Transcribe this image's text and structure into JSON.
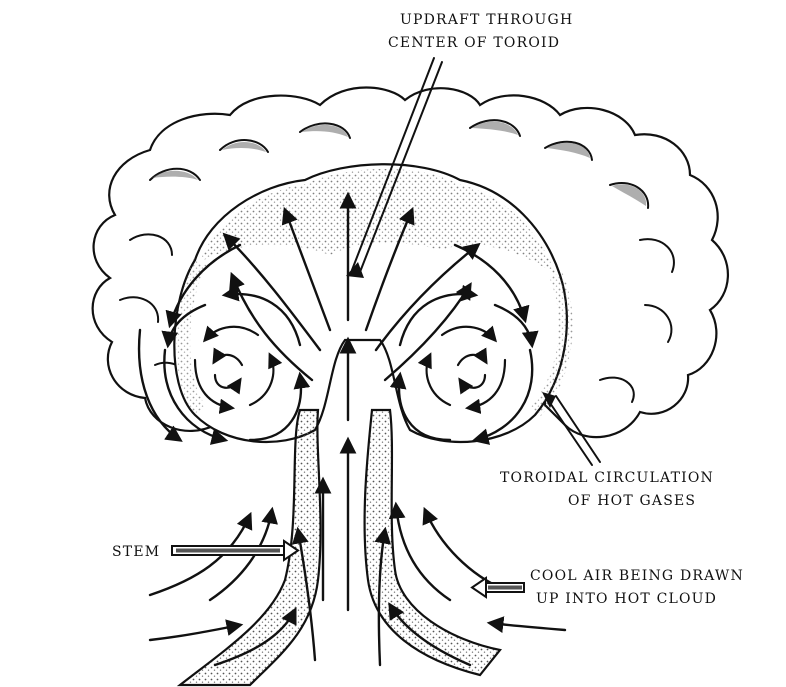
{
  "labels": {
    "updraft_line1": "UPDRAFT THROUGH",
    "updraft_line2": "CENTER OF TOROID",
    "toroidal_line1": "TOROIDAL CIRCULATION",
    "toroidal_line2": "OF HOT GASES",
    "stem": "STEM",
    "cool_air_line1": "COOL AIR BEING DRAWN",
    "cool_air_line2": "UP INTO HOT CLOUD"
  },
  "colors": {
    "ink": "#111111",
    "background": "#ffffff",
    "shading": "#6b6b6b"
  }
}
